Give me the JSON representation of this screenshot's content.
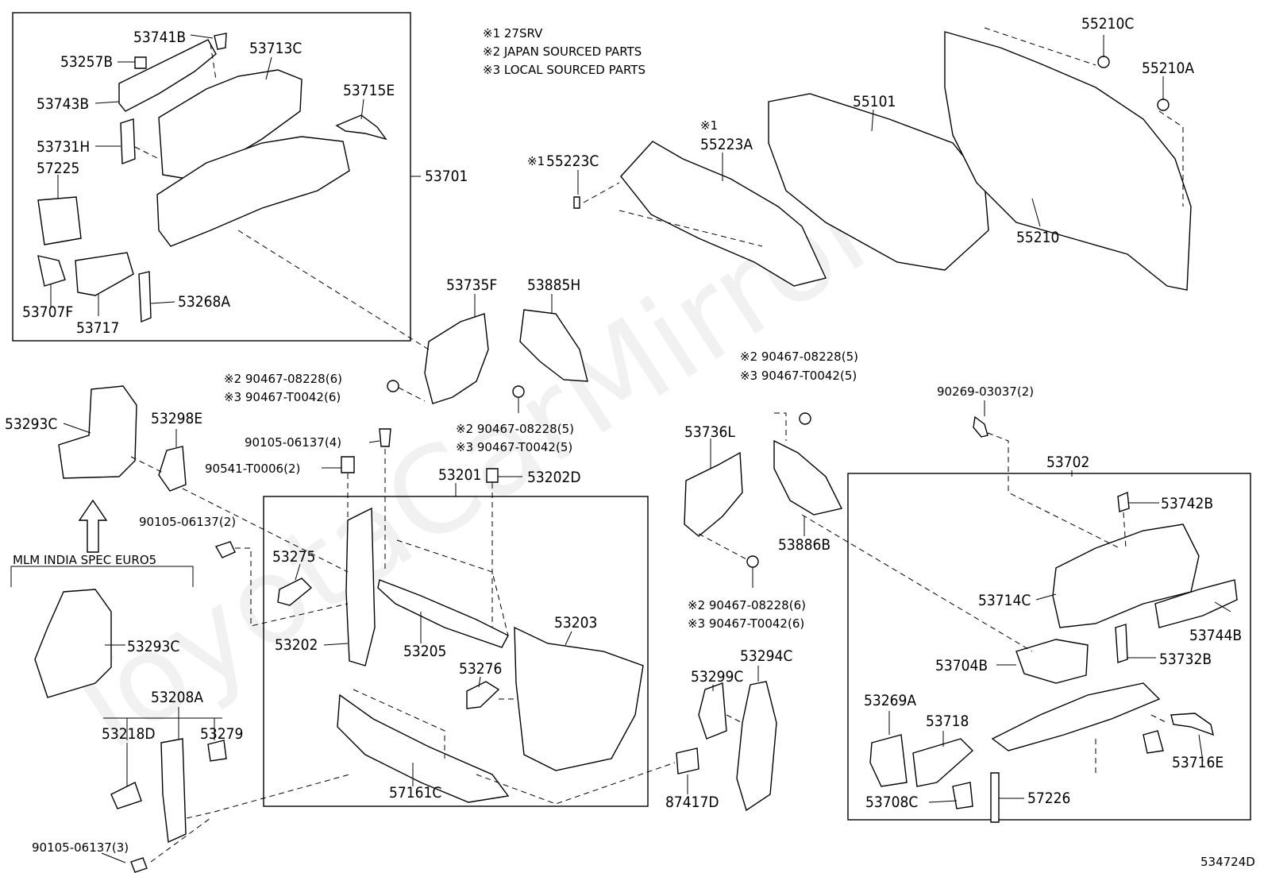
{
  "notes": {
    "n1": "※1 27SRV",
    "n2": "※2 JAPAN SOURCED PARTS",
    "n3": "※3 LOCAL SOURCED PARTS"
  },
  "watermark": "ToyotaCarMirror",
  "diagram_id": "534724D",
  "spec_label": "MLM INDIA SPEC EURO5",
  "labels": {
    "p53741B": "53741B",
    "p53257B": "53257B",
    "p53713C": "53713C",
    "p53743B": "53743B",
    "p53715E": "53715E",
    "p53731H": "53731H",
    "p57225": "57225",
    "p53701": "53701",
    "p53707F": "53707F",
    "p53717": "53717",
    "p53268A": "53268A",
    "p55223C": "55223C",
    "p55223C_mark": "※1",
    "p55223A": "55223A",
    "p55223A_mark": "※1",
    "p55101": "55101",
    "p55210C": "55210C",
    "p55210A": "55210A",
    "p55210": "55210",
    "p53735F": "53735F",
    "p53885H": "53885H",
    "f1a": "※2 90467-08228(6)",
    "f1b": "※3 90467-T0042(6)",
    "f2a": "※2 90467-08228(5)",
    "f2b": "※3 90467-T0042(5)",
    "f3a": "※2 90467-08228(5)",
    "f3b": "※3 90467-T0042(5)",
    "f4a": "※2 90467-08228(6)",
    "f4b": "※3 90467-T0042(6)",
    "p90269": "90269-03037(2)",
    "p53293C_a": "53293C",
    "p53298E": "53298E",
    "p90105_4": "90105-06137(4)",
    "p90541": "90541-T0006(2)",
    "p53201": "53201",
    "p53202D": "53202D",
    "p90105_2": "90105-06137(2)",
    "p53275": "53275",
    "p53202": "53202",
    "p53205": "53205",
    "p53203": "53203",
    "p53276": "53276",
    "p57161C": "57161C",
    "p53293C_b": "53293C",
    "p53208A": "53208A",
    "p53218D": "53218D",
    "p53279": "53279",
    "p90105_3": "90105-06137(3)",
    "p53736L": "53736L",
    "p53886B": "53886B",
    "p53294C": "53294C",
    "p53299C": "53299C",
    "p87417D": "87417D",
    "p53702": "53702",
    "p53742B": "53742B",
    "p53714C": "53714C",
    "p53744B": "53744B",
    "p53704B": "53704B",
    "p53732B": "53732B",
    "p53269A": "53269A",
    "p53718": "53718",
    "p53716E": "53716E",
    "p53708C": "53708C",
    "p57226": "57226"
  }
}
